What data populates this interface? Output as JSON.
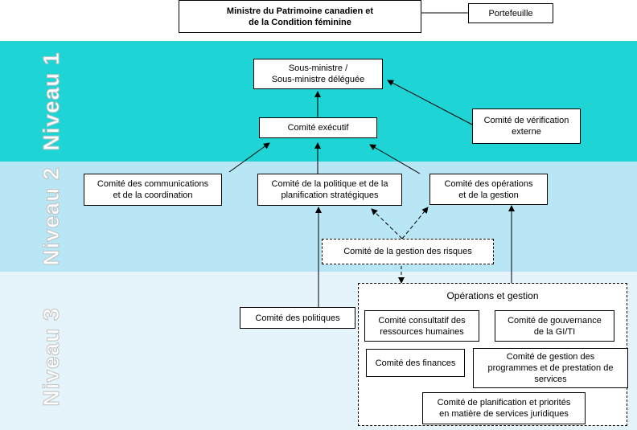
{
  "levels": {
    "level1": "Niveau 1",
    "level2": "Niveau 2",
    "level3": "Niveau 3"
  },
  "top": {
    "ministre_line1": "Ministre du Patrimoine canadien et",
    "ministre_line2": "de la Condition féminine",
    "portefeuille": "Portefeuille"
  },
  "niveau1": {
    "sous_ministre_line1": "Sous-ministre /",
    "sous_ministre_line2": "Sous-ministre déléguée",
    "comite_executif": "Comité exécutif",
    "verification_line1": "Comité de vérification",
    "verification_line2": "externe"
  },
  "niveau2": {
    "communications_line1": "Comité des communications",
    "communications_line2": "et de la coordination",
    "politique_line1": "Comité de la politique et de la",
    "politique_line2": "planification stratégiques",
    "operations_line1": "Comité des opérations",
    "operations_line2": "et de la gestion",
    "risques": "Comité de la gestion des risques"
  },
  "niveau3": {
    "politiques": "Comité des politiques",
    "group_title": "Opérations et gestion",
    "rh_line1": "Comité consultatif des",
    "rh_line2": "ressources humaines",
    "gouvernance_line1": "Comité de gouvernance",
    "gouvernance_line2": "de la GI/TI",
    "finances": "Comité des finances",
    "programmes_line1": "Comité de gestion des",
    "programmes_line2": "programmes et de prestation de",
    "programmes_line3": "services",
    "juridiques_line1": "Comité de planification et priorités",
    "juridiques_line2": "en matière de services juridiques"
  }
}
